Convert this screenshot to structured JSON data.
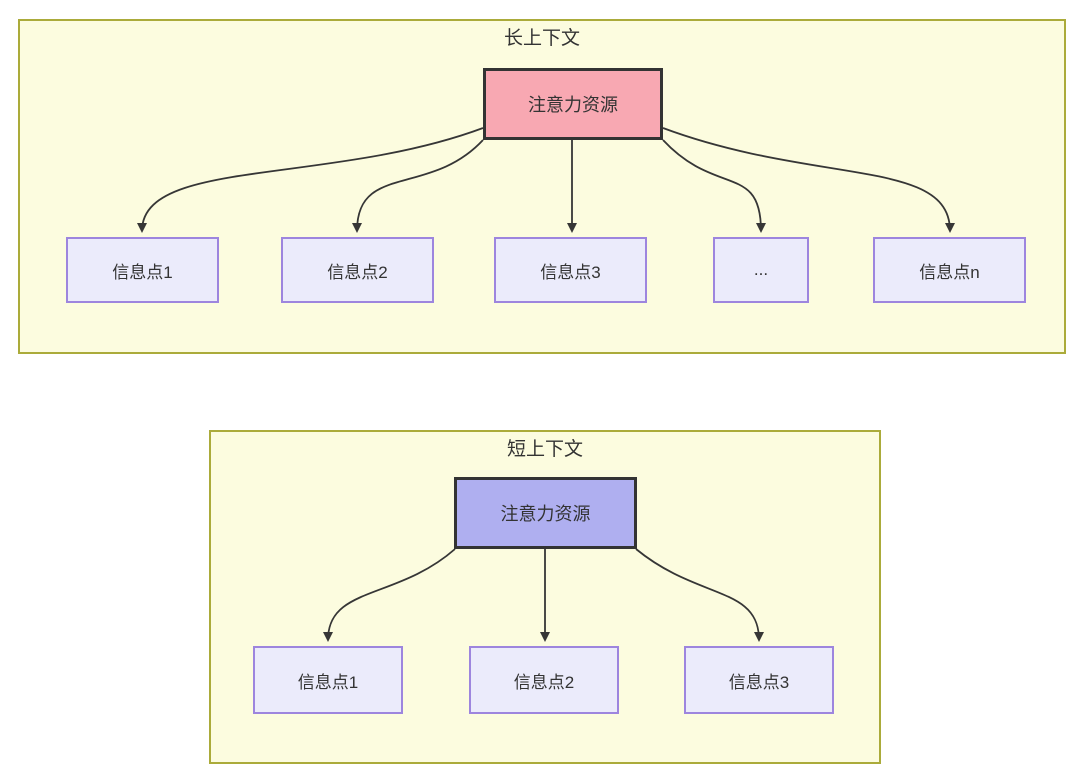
{
  "diagram": {
    "long_context": {
      "title": "长上下文",
      "attention_node": "注意力资源",
      "info_nodes": [
        "信息点1",
        "信息点2",
        "信息点3",
        "...",
        "信息点n"
      ]
    },
    "short_context": {
      "title": "短上下文",
      "attention_node": "注意力资源",
      "info_nodes": [
        "信息点1",
        "信息点2",
        "信息点3"
      ]
    },
    "colors": {
      "container_fill": "#fcfcdf",
      "container_border": "#abab3a",
      "attention_long_fill": "#f8a8b2",
      "attention_short_fill": "#afaff0",
      "attention_border": "#333333",
      "info_fill": "#ebebfb",
      "info_border": "#9d85de",
      "text": "#333333",
      "arrow": "#363636"
    }
  }
}
